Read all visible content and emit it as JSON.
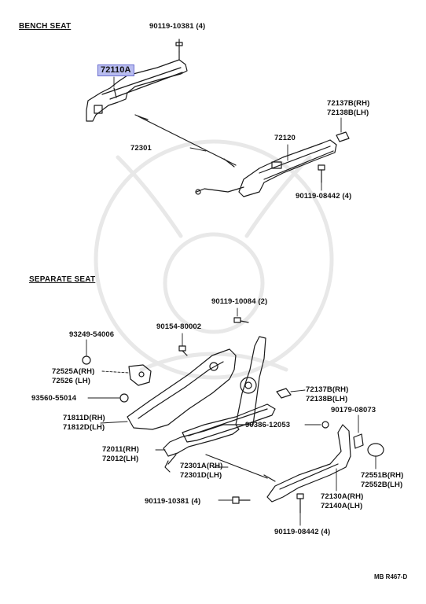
{
  "sections": {
    "bench_seat": "BENCH SEAT",
    "separate_seat": "SEPARATE SEAT"
  },
  "labels": {
    "p90119_10381_4_top": "90119-10381 (4)",
    "p72110A": "72110A",
    "p72137B_top": "72137B(RH)",
    "p72138B_top": "72138B(LH)",
    "p72120": "72120",
    "p72301": "72301",
    "p90119_08442_4_top": "90119-08442 (4)",
    "p90119_10084_2": "90119-10084 (2)",
    "p93249_54006": "93249-54006",
    "p90154_80002": "90154-80002",
    "p72525A": "72525A(RH)",
    "p72526": "72526 (LH)",
    "p93560_55014": "93560-55014",
    "p72137B_sep": "72137B(RH)",
    "p72138B_sep": "72138B(LH)",
    "p90179_08073": "90179-08073",
    "p71811D": "71811D(RH)",
    "p71812D": "71812D(LH)",
    "p90386_12053": "90386-12053",
    "p72011": "72011(RH)",
    "p72012": "72012(LH)",
    "p72301A": "72301A(RH)",
    "p72301D": "72301D(LH)",
    "p72551B": "72551B(RH)",
    "p72552B": "72552B(LH)",
    "p72130A": "72130A(RH)",
    "p72140A": "72140A(LH)",
    "p90119_10381_4_bottom": "90119-10381 (4)",
    "p90119_08442_4_bottom": "90119-08442 (4)"
  },
  "reference_code": "MB R467-D",
  "highlight_color": "#b9bdf0"
}
